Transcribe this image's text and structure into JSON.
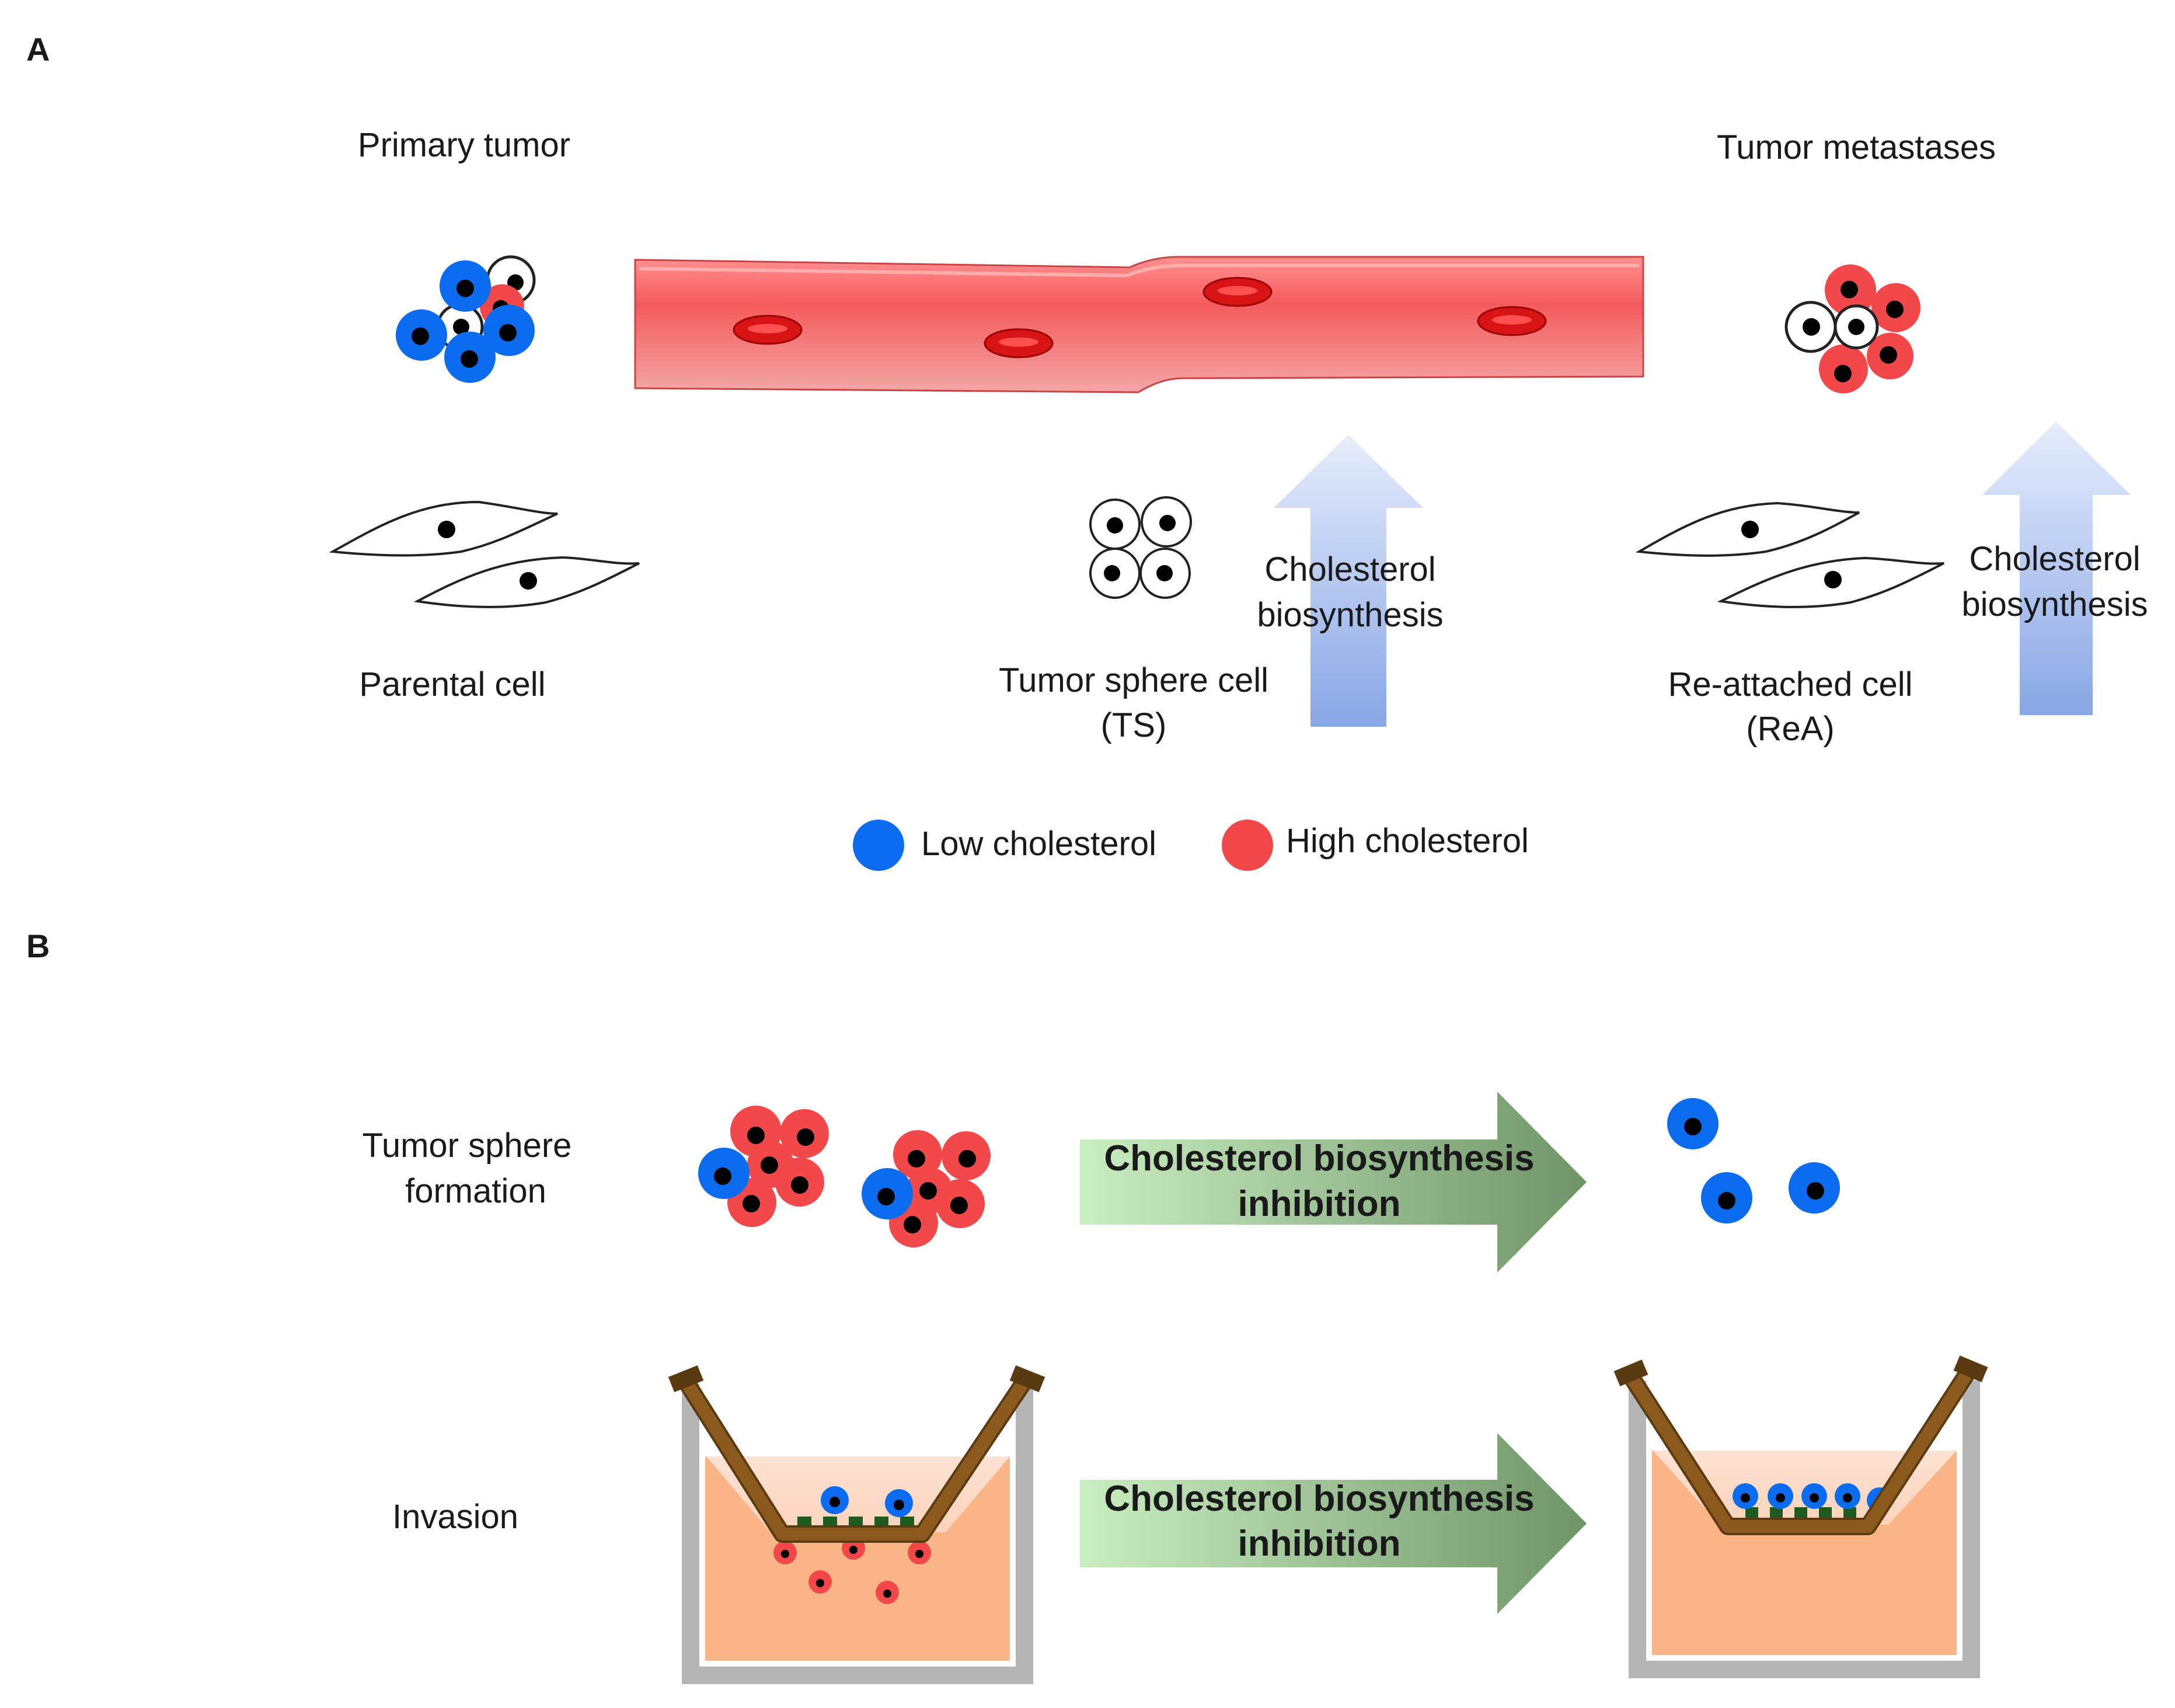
{
  "panels": {
    "a": {
      "letter": "A"
    },
    "b": {
      "letter": "B"
    }
  },
  "panel_a": {
    "primary_tumor": "Primary tumor",
    "tumor_metastases": "Tumor metastases",
    "parental_cell": "Parental cell",
    "tumor_sphere_cell": [
      "Tumor sphere cell",
      "(TS)"
    ],
    "reattached_cell": [
      "Re-attached cell",
      "(ReA)"
    ],
    "up_arrow_label": [
      "Cholesterol",
      "biosynthesis"
    ]
  },
  "legend": {
    "low": {
      "label": "Low cholesterol",
      "color": "#0b6cf0"
    },
    "high": {
      "label": "High cholesterol",
      "color": "#f2484a"
    }
  },
  "panel_b": {
    "row_sphere": [
      "Tumor sphere",
      "formation"
    ],
    "row_invasion": "Invasion",
    "inhibition_arrow": [
      "Cholesterol biosynthesis",
      "inhibition"
    ]
  },
  "colors": {
    "low_cholesterol": "#0b6cf0",
    "high_cholesterol": "#f2484a",
    "blood_vessel": "#f55a5c",
    "red_blood_cell": "#d81414",
    "cholesterol_arrow": "#98b4e8",
    "inhibition_arrow_light": "#c8ecbf",
    "inhibition_arrow_dark": "#6f9468",
    "medium": "#fbb485",
    "matrigel": "#1f5a1f",
    "insert_wall": "#8b5a1c",
    "well_wall": "#b5b5b5"
  }
}
